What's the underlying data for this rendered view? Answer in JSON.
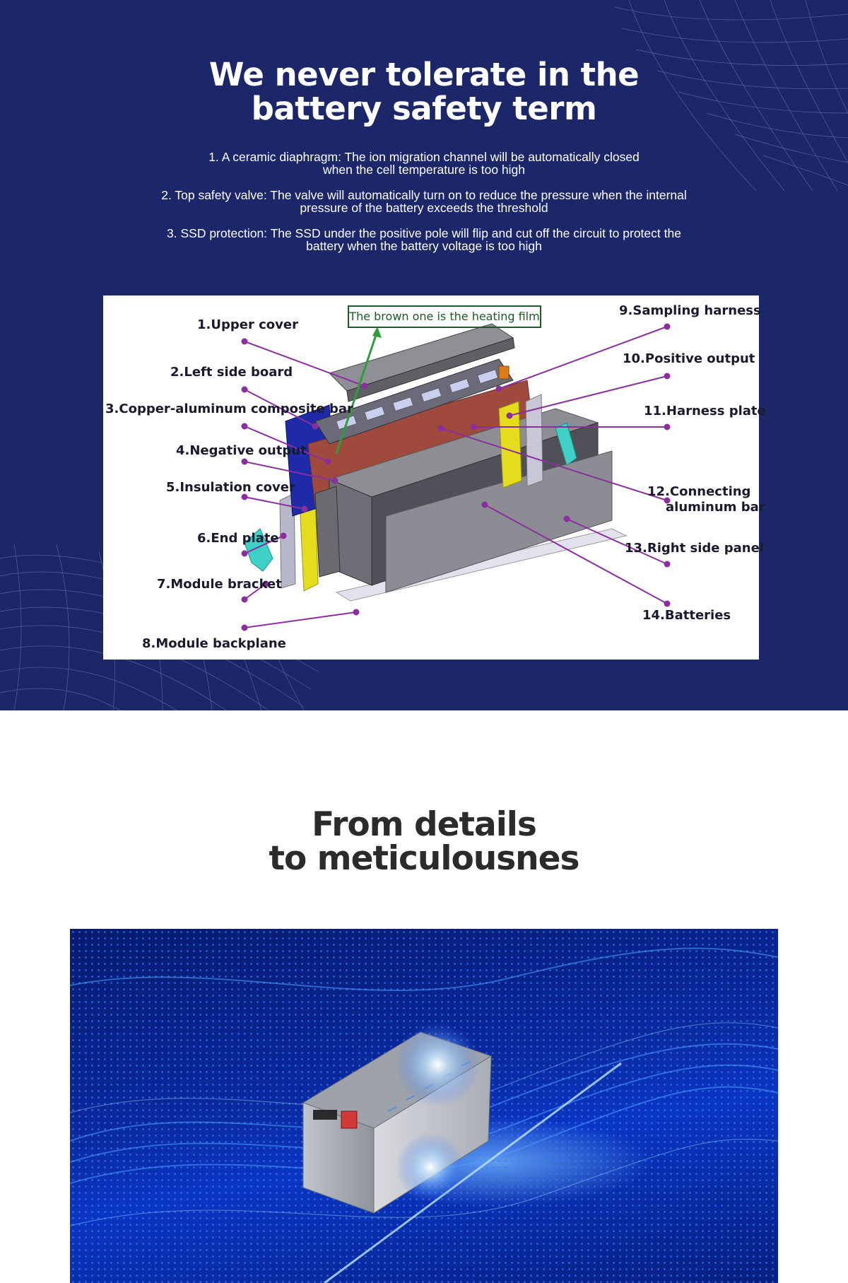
{
  "safety": {
    "title_line1": "We never tolerate in the",
    "title_line2": "battery safety term",
    "points": [
      {
        "line1": "1. A ceramic diaphragm: The ion migration channel will be automatically closed",
        "line2": "when the cell temperature is too high"
      },
      {
        "line1": "2. Top safety valve:  The valve will automatically turn on to reduce the pressure when the internal",
        "line2": "pressure of the battery exceeds the threshold"
      },
      {
        "line1": "3. SSD protection: The SSD under the positive pole will flip and cut off the circuit to protect the",
        "line2": "battery when the battery voltage is too high"
      }
    ]
  },
  "diagram": {
    "heating_note": "The brown one is the heating film",
    "labels": {
      "l1": "1.Upper cover",
      "l2": "2.Left side board",
      "l3": "3.Copper-aluminum composite bar",
      "l4": "4.Negative output",
      "l5": "5.Insulation cover",
      "l6": "6.End plate",
      "l7": "7.Module bracket",
      "l8": "8.Module backplane",
      "l9": "9.Sampling harness",
      "l10": "10.Positive output",
      "l11": "11.Harness plate",
      "l12a": "12.Connecting",
      "l12b": "aluminum bar",
      "l13": "13.Right side panel",
      "l14": "14.Batteries"
    },
    "colors": {
      "leader": "#8a2f9e",
      "heating_arrow": "#2f9e3a",
      "panel_yellow": "#e4dc1c",
      "bracket_teal": "#3fd0c8",
      "heating_film": "#a04a3e",
      "left_board": "#1f2aa8"
    }
  },
  "details": {
    "title_line1": "From details",
    "title_line2": "to meticulousnes"
  }
}
